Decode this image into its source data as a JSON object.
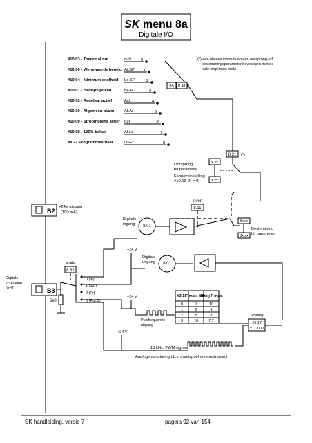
{
  "header": {
    "title_prefix": "SK",
    "title_rest": " menu 8a",
    "subtitle": "Digitale I/O"
  },
  "note": {
    "line1": "(*) een nieuwe inhoud van een oorsprong- of",
    "line2": "bestemmingsparameter bevestigen met de",
    "line3": "rode stop/reset toets"
  },
  "sources": [
    {
      "label": "#10.03 - Toerental nul",
      "code": "nu0",
      "num": "0"
    },
    {
      "label": "#10.06 - Wenswaarde bereikt",
      "code": "At.SP",
      "num": "1"
    },
    {
      "label": "#10.04 - Minimum snelheid",
      "code": "Lo.SP",
      "num": "2"
    },
    {
      "label": "#10.01 - Bedrijfsgereed",
      "code": "hEAL",
      "num": "3"
    },
    {
      "label": "#10.02 - Regelaar actief",
      "code": "Act",
      "num": "4"
    },
    {
      "label": "#10.19 - Algemeen alarm",
      "code": "ALAr",
      "num": "5"
    },
    {
      "label": "#10.09 - Stroomgrens actief",
      "code": "I.Lt",
      "num": "6"
    },
    {
      "label": "#10.08 - 100% belast",
      "code": "At.Ld",
      "num": "7"
    },
    {
      "label": "#8.21 Programmeerbaar",
      "code": "USEr",
      "num": "8"
    }
  ],
  "selector": {
    "param": "8.41",
    "range": "35"
  },
  "source_param": {
    "value": "8.21",
    "mark": "(*)"
  },
  "origin": {
    "line1": "Oorsprong",
    "line2": "bit parameter",
    "line3": "Fabrieksinstelling",
    "line4": "#10.03 (N = 0)",
    "xx_top": "x.xx",
    "xx_bottom": "x.xx"
  },
  "invert": {
    "label": "Invert",
    "param": "8.11"
  },
  "dest": {
    "xx_top": "8x.xx",
    "xx_bottom": "8x.xx",
    "line1": "Bestemming",
    "line2": "bit parameter"
  },
  "b2": {
    "label": "B2",
    "line1": "+24V uitgang",
    "line2": "(100 mA)"
  },
  "b3": {
    "label": "B3",
    "side1": "Digitale",
    "side2": "in-uitgang",
    "side3": "(n=0)",
    "resistor": "6k8"
  },
  "mode": {
    "label": "Mode",
    "param": "8.31",
    "options": [
      "0 (in)",
      "1 (out)",
      "2 (Fr)",
      "3 (PuLS)"
    ]
  },
  "dig_in": {
    "line1": "Digitale",
    "line2": "ingang",
    "param": "8.01"
  },
  "dig_out": {
    "line1": "Digitale",
    "line2": "uitgang",
    "param": "8.01"
  },
  "supply": {
    "v1": "+24 V",
    "v2": "+24 V",
    "v3": "+24 V"
  },
  "pulse": {
    "line1": "Pulsfrequentie-",
    "line2": "uitgang"
  },
  "freq_table": {
    "headers": [
      "#3.18",
      "F max. kHz.",
      "bit bij F max."
    ],
    "rows": [
      [
        "0",
        "1",
        "10"
      ],
      [
        "1",
        "2",
        "9"
      ],
      [
        "2",
        "5",
        "8"
      ],
      [
        "3",
        "10",
        "7,7"
      ]
    ]
  },
  "scaling": {
    "label": "Scaling",
    "param": "#3.17",
    "x": "x",
    "value": "1,000"
  },
  "pwm": {
    "label": "10 kHz. PWM signaal",
    "analog": "Analoge aansturing t.b.v. draaispoel meetinstrument"
  },
  "footer": {
    "left": "SK handleiding, versie 7",
    "right": "pagina 92 van 154"
  }
}
